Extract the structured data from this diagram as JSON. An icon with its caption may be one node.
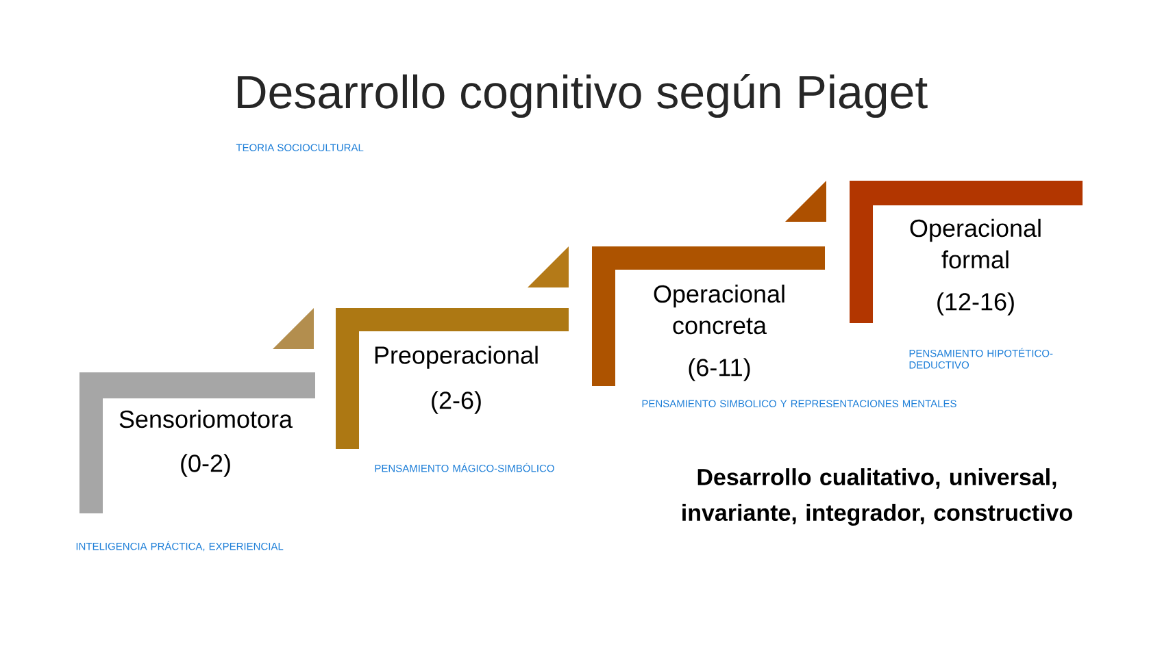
{
  "diagram": {
    "title": "Desarrollo cognitivo según Piaget",
    "nodes": [
      {
        "text": [
          "Sensoriomotora",
          "(0-2)"
        ],
        "beside": [
          "INTELIGENCIA PRÁCTICA, EXPERIENCIAL"
        ]
      },
      {
        "text": [
          "Preoperacional",
          "(2-6)"
        ],
        "beside": [
          "PENSAMIENTO MÁGICO-SIMBÓLICO"
        ]
      },
      {
        "text": [
          "Operacional concreta",
          "(6-11)"
        ],
        "beside": [
          "PENSAMIENTO SIMBOLICO Y REPRESENTACIONES MENTALES"
        ]
      },
      {
        "text": [
          "Operacional formal",
          "(12-16)"
        ],
        "beside": [
          "PENSAMIENTO HIPOTÉTICO-DEDUCTIVO"
        ]
      }
    ],
    "labels": [
      "TEORIA SOCIOCULTURAL",
      "Desarrollo cualitativo, universal, invariante, integrador, constructivo"
    ]
  }
}
